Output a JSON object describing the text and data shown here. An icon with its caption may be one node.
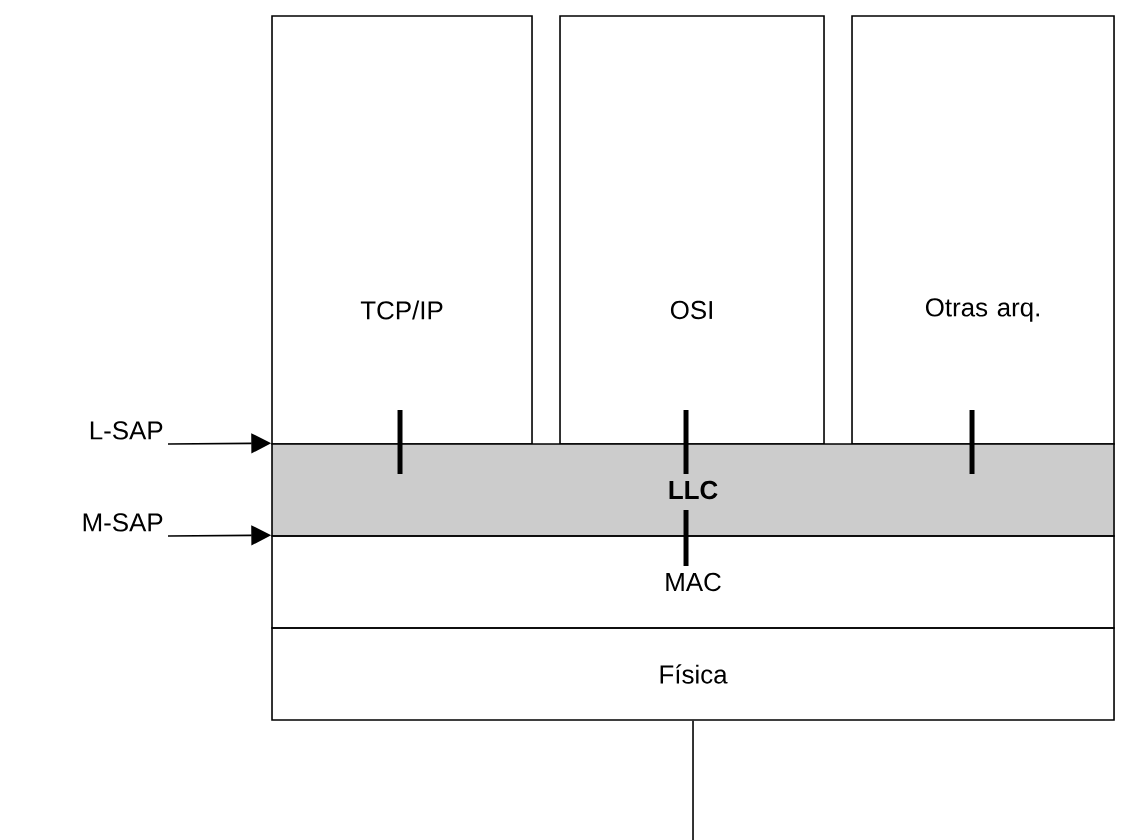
{
  "diagram": {
    "nodes": [
      {
        "text": [
          "TCP/IP"
        ]
      },
      {
        "text": [
          "OSI"
        ]
      },
      {
        "text": [
          "Otras arq."
        ]
      },
      {
        "text": [
          "LLC"
        ]
      },
      {
        "text": [
          "MAC"
        ]
      },
      {
        "text": [
          "Física"
        ]
      },
      {
        "text": [
          "L-SAP"
        ]
      },
      {
        "text": [
          "M-SAP"
        ]
      }
    ],
    "edges": [
      {
        "from": 6,
        "to": 3,
        "arrow": "to"
      },
      {
        "from": 7,
        "to": 4,
        "arrow": "to"
      },
      {
        "from": 5,
        "to": null,
        "arrow": "none"
      }
    ]
  }
}
